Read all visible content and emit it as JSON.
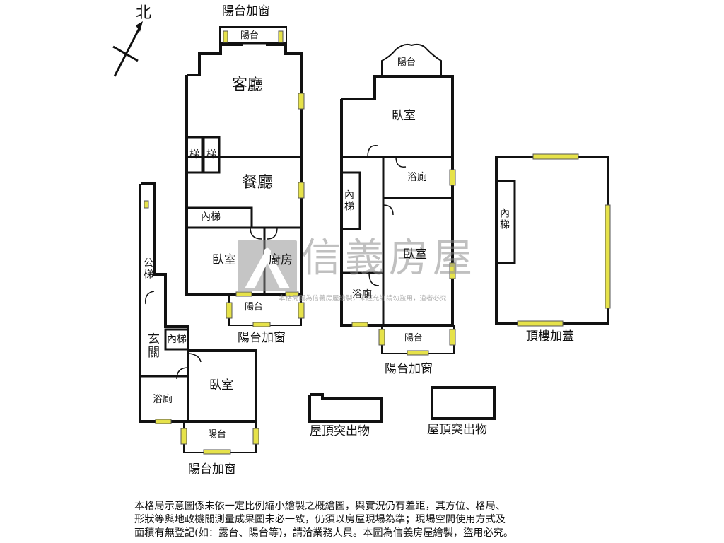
{
  "compass": {
    "label": "北"
  },
  "labels": {
    "balcony_window_top": "陽台加窗",
    "balcony_top": "陽台",
    "living_room": "客廳",
    "stair_1": "梯",
    "stair_2": "梯",
    "dining_room": "餐廳",
    "inner_stair_f1": "內梯",
    "bedroom_f1": "臥室",
    "kitchen": "廚房",
    "balcony_f1": "陽台",
    "balcony_window_f1": "陽台加窗",
    "public_stair": "公梯",
    "foyer": "玄關",
    "inner_stair_f0": "內梯",
    "bathroom_f0": "浴廁",
    "bedroom_f0": "臥室",
    "balcony_f0": "陽台",
    "balcony_window_f0": "陽台加窗",
    "balcony_f2_top": "陽台",
    "bedroom_f2_top": "臥室",
    "bathroom_f2_top": "浴廁",
    "inner_stair_f2": "內梯",
    "bedroom_f2": "臥室",
    "bathroom_f2": "浴廁",
    "balcony_f2": "陽台",
    "balcony_window_f2": "陽台加窗",
    "inner_stair_top": "內梯",
    "rooftop_addition": "頂樓加蓋",
    "roof_protrusion_1": "屋頂突出物",
    "roof_protrusion_2": "屋頂突出物"
  },
  "watermark": {
    "brand": "信義房屋",
    "notice": "本格局圖為信義房屋繪製，未經允許請勿盜用，違者必究"
  },
  "disclaimer": {
    "line1": "本格局示意圖係未依一定比例縮小繪製之概繪圖，與實況仍有差距，其方位、格局、",
    "line2": "形狀等與地政機關測量成果圖未必一致，仍須以房屋現場為準；現場空間使用方式及",
    "line3": "面積有無登記(如：露台、陽台等)，請洽業務人員。本圖為信義房屋繪製，盜用必究。"
  },
  "colors": {
    "window": "#e6e24a",
    "wall": "#111111"
  }
}
